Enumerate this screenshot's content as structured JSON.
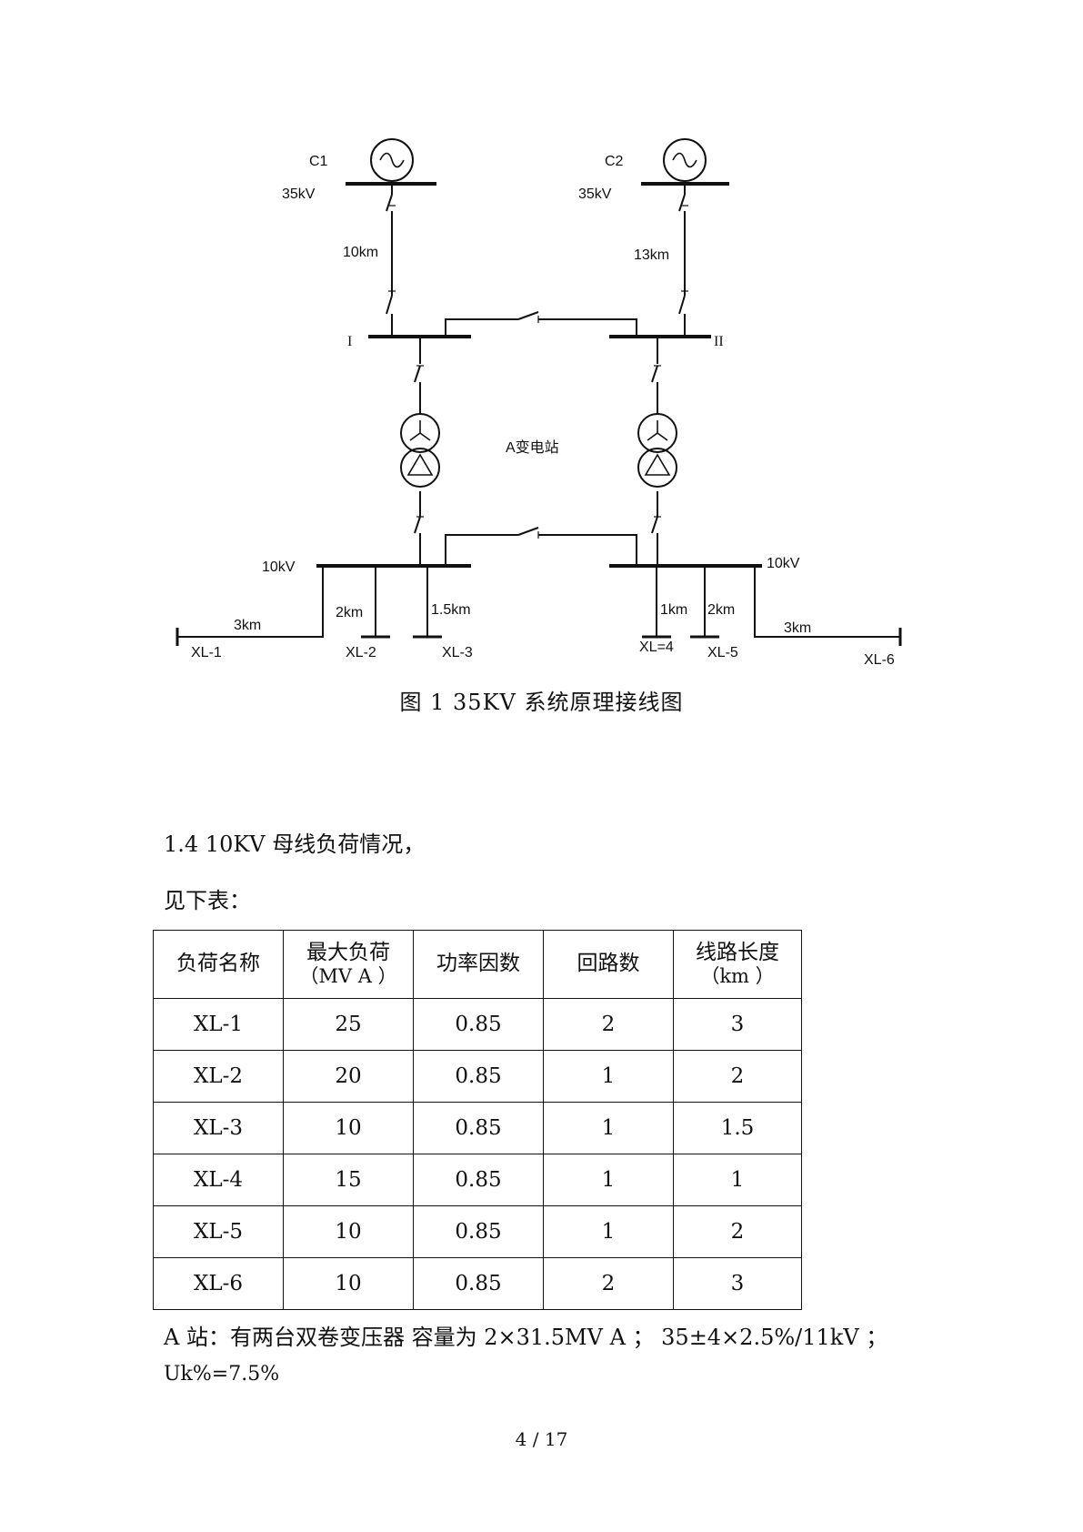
{
  "diagram": {
    "labels": {
      "c1": "C1",
      "c2": "C2",
      "v35_left": "35kV",
      "v35_right": "35kV",
      "len_left": "10km",
      "len_right": "13km",
      "bus1": "I",
      "bus2": "II",
      "station": "A变电站",
      "v10_left": "10kV",
      "v10_right": "10kV",
      "len_xl1": "3km",
      "len_xl2": "2km",
      "len_xl3": "1.5km",
      "len_xl4": "1km",
      "len_xl5": "2km",
      "len_xl6": "3km",
      "xl1": "XL-1",
      "xl2": "XL-2",
      "xl3": "XL-3",
      "xl4": "XL=4",
      "xl5": "XL-5",
      "xl6": "XL-6"
    }
  },
  "caption": "图 1   35KV  系统原理接线图",
  "section_heading": "1.4 10KV 母线负荷情况，",
  "intro": "见下表：",
  "table": {
    "headers": [
      {
        "main": "负荷名称",
        "unit": ""
      },
      {
        "main": "最大负荷",
        "unit": "（MV A ）"
      },
      {
        "main": "功率因数",
        "unit": ""
      },
      {
        "main": "回路数",
        "unit": ""
      },
      {
        "main": "线路长度",
        "unit": "（km ）"
      }
    ],
    "rows": [
      [
        "XL-1",
        "25",
        "0.85",
        "2",
        "3"
      ],
      [
        "XL-2",
        "20",
        "0.85",
        "1",
        "2"
      ],
      [
        "XL-3",
        "10",
        "0.85",
        "1",
        "1.5"
      ],
      [
        "XL-4",
        "15",
        "0.85",
        "1",
        "1"
      ],
      [
        "XL-5",
        "10",
        "0.85",
        "1",
        "2"
      ],
      [
        "XL-6",
        "10",
        "0.85",
        "2",
        "3"
      ]
    ]
  },
  "note_line1": "A  站：有两台双卷变压器 容量为 2×31.5MV A  ；  35±4×2.5%/11kV  ；",
  "note_line2": "Uk%=7.5%",
  "page_number": "4 / 17"
}
